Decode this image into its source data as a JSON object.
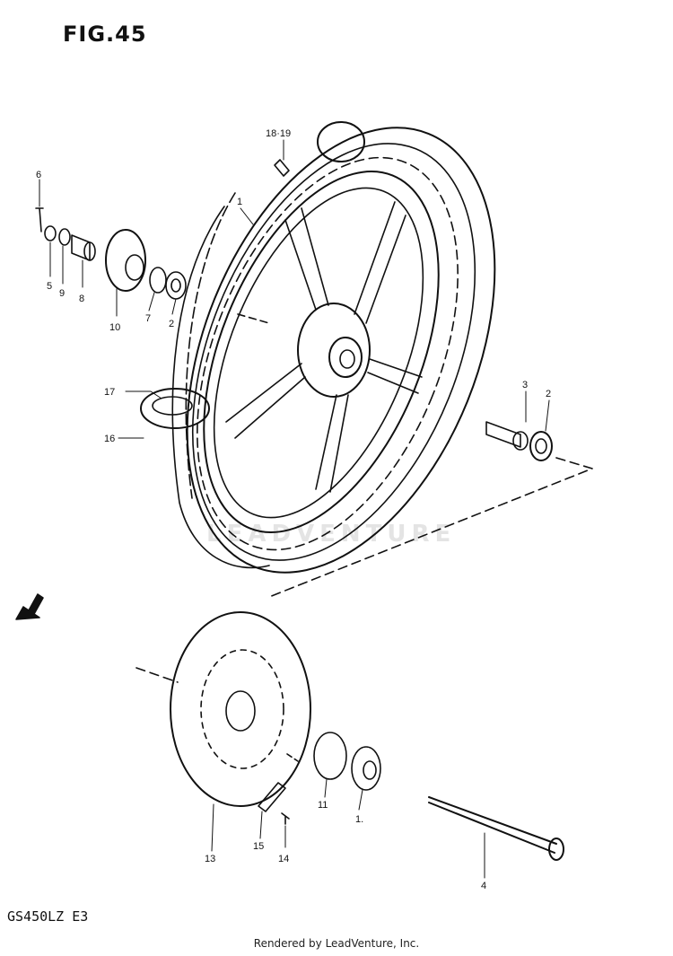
{
  "figure": {
    "title": "FIG.45",
    "model": "GS450LZ  E3",
    "footer": "Rendered by LeadVenture, Inc.",
    "watermark": "LEADVENTURE"
  },
  "callouts": {
    "c1": "1",
    "c2a": "2",
    "c2b": "2",
    "c3": "3",
    "c4": "4",
    "c5": "5",
    "c6": "6",
    "c7": "7",
    "c8": "8",
    "c9": "9",
    "c10": "10",
    "c11": "11",
    "c12": "1.",
    "c13": "13",
    "c14": "14",
    "c15": "15",
    "c16": "16",
    "c17": "17",
    "c1819": "18·19"
  }
}
